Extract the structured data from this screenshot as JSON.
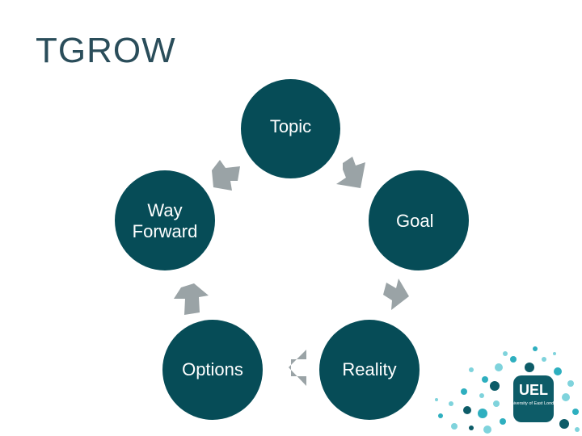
{
  "slide": {
    "title": "TGROW"
  },
  "cycle": {
    "nodes": [
      {
        "id": "topic",
        "label": "Topic"
      },
      {
        "id": "goal",
        "label": "Goal"
      },
      {
        "id": "reality",
        "label": "Reality"
      },
      {
        "id": "options",
        "label": "Options"
      },
      {
        "id": "way-forward",
        "label": "Way\nForward"
      }
    ]
  },
  "logo": {
    "text": "UEL",
    "subtext": "University of East London"
  },
  "colors": {
    "node_fill": "#064c57",
    "arrow_fill": "#9aa3a6",
    "title_text": "#2a4d5a",
    "dot_light": "#7fd3dc",
    "dot_mid": "#2eafbf",
    "dot_dark": "#0d5c68"
  }
}
